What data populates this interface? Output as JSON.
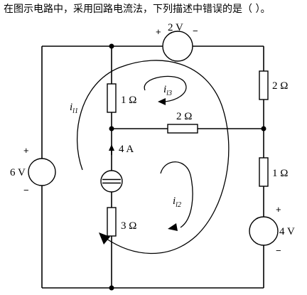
{
  "question": "在图示电路中，采用回路电流法，下列描述中错误的是（   ）。",
  "components": {
    "source_6v": "6 V",
    "source_2v": "2 V",
    "source_4v": "4 V",
    "current_source": "4 A",
    "r_1ohm_left": "1 Ω",
    "r_2ohm_middle": "2 Ω",
    "r_2ohm_right": "2 Ω",
    "r_1ohm_right": "1 Ω",
    "r_3ohm": "3 Ω"
  },
  "loops": {
    "l1": "l1",
    "l2": "l2",
    "l3": "l3"
  },
  "current_symbol": "i",
  "signs": {
    "plus": "+",
    "minus": "−"
  }
}
